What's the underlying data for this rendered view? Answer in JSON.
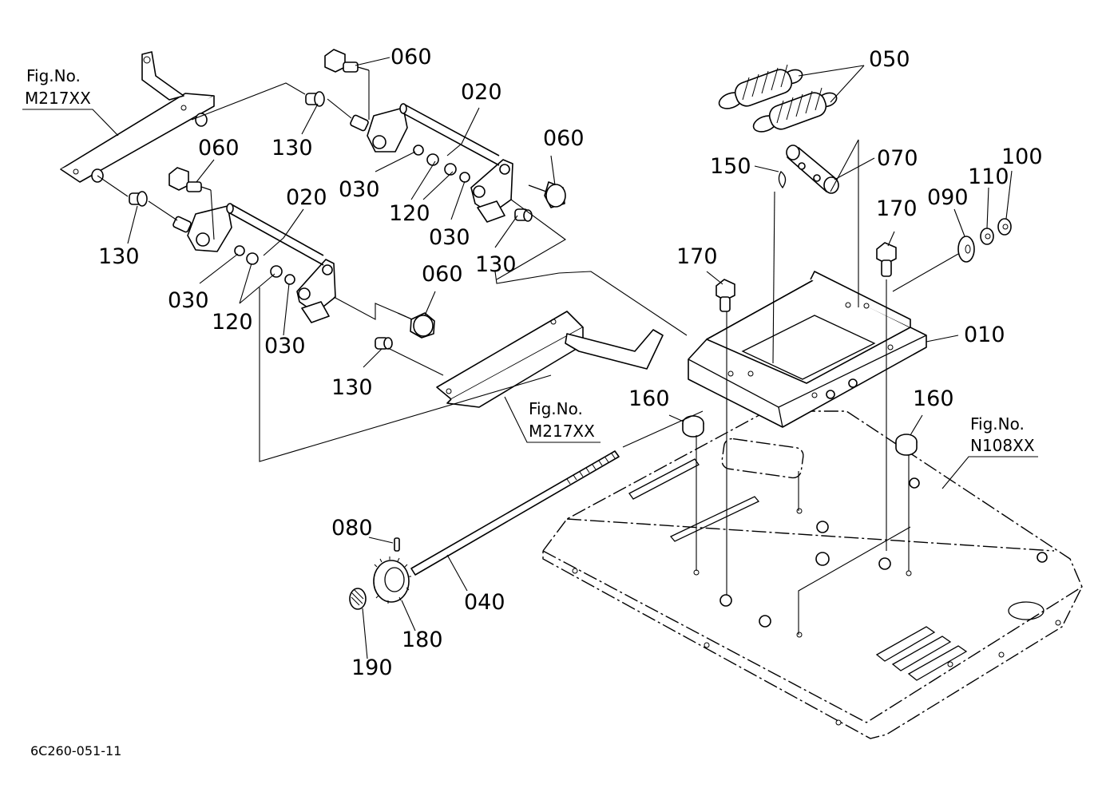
{
  "drawing_code": "6C260-051-11",
  "figure_refs": [
    {
      "line1": "Fig.No.",
      "line2": "M217XX"
    },
    {
      "line1": "Fig.No.",
      "line2": "M217XX"
    },
    {
      "line1": "Fig.No.",
      "line2": "N108XX"
    }
  ],
  "callouts": {
    "c010": "010",
    "c020a": "020",
    "c020b": "020",
    "c030a": "030",
    "c030b": "030",
    "c030c": "030",
    "c030d": "030",
    "c040": "040",
    "c050": "050",
    "c060a": "060",
    "c060b": "060",
    "c060c": "060",
    "c060d": "060",
    "c070": "070",
    "c080": "080",
    "c090": "090",
    "c100": "100",
    "c110": "110",
    "c120a": "120",
    "c120b": "120",
    "c130a": "130",
    "c130b": "130",
    "c130c": "130",
    "c130d": "130",
    "c150": "150",
    "c160a": "160",
    "c160b": "160",
    "c170a": "170",
    "c170b": "170",
    "c180": "180",
    "c190": "190"
  }
}
